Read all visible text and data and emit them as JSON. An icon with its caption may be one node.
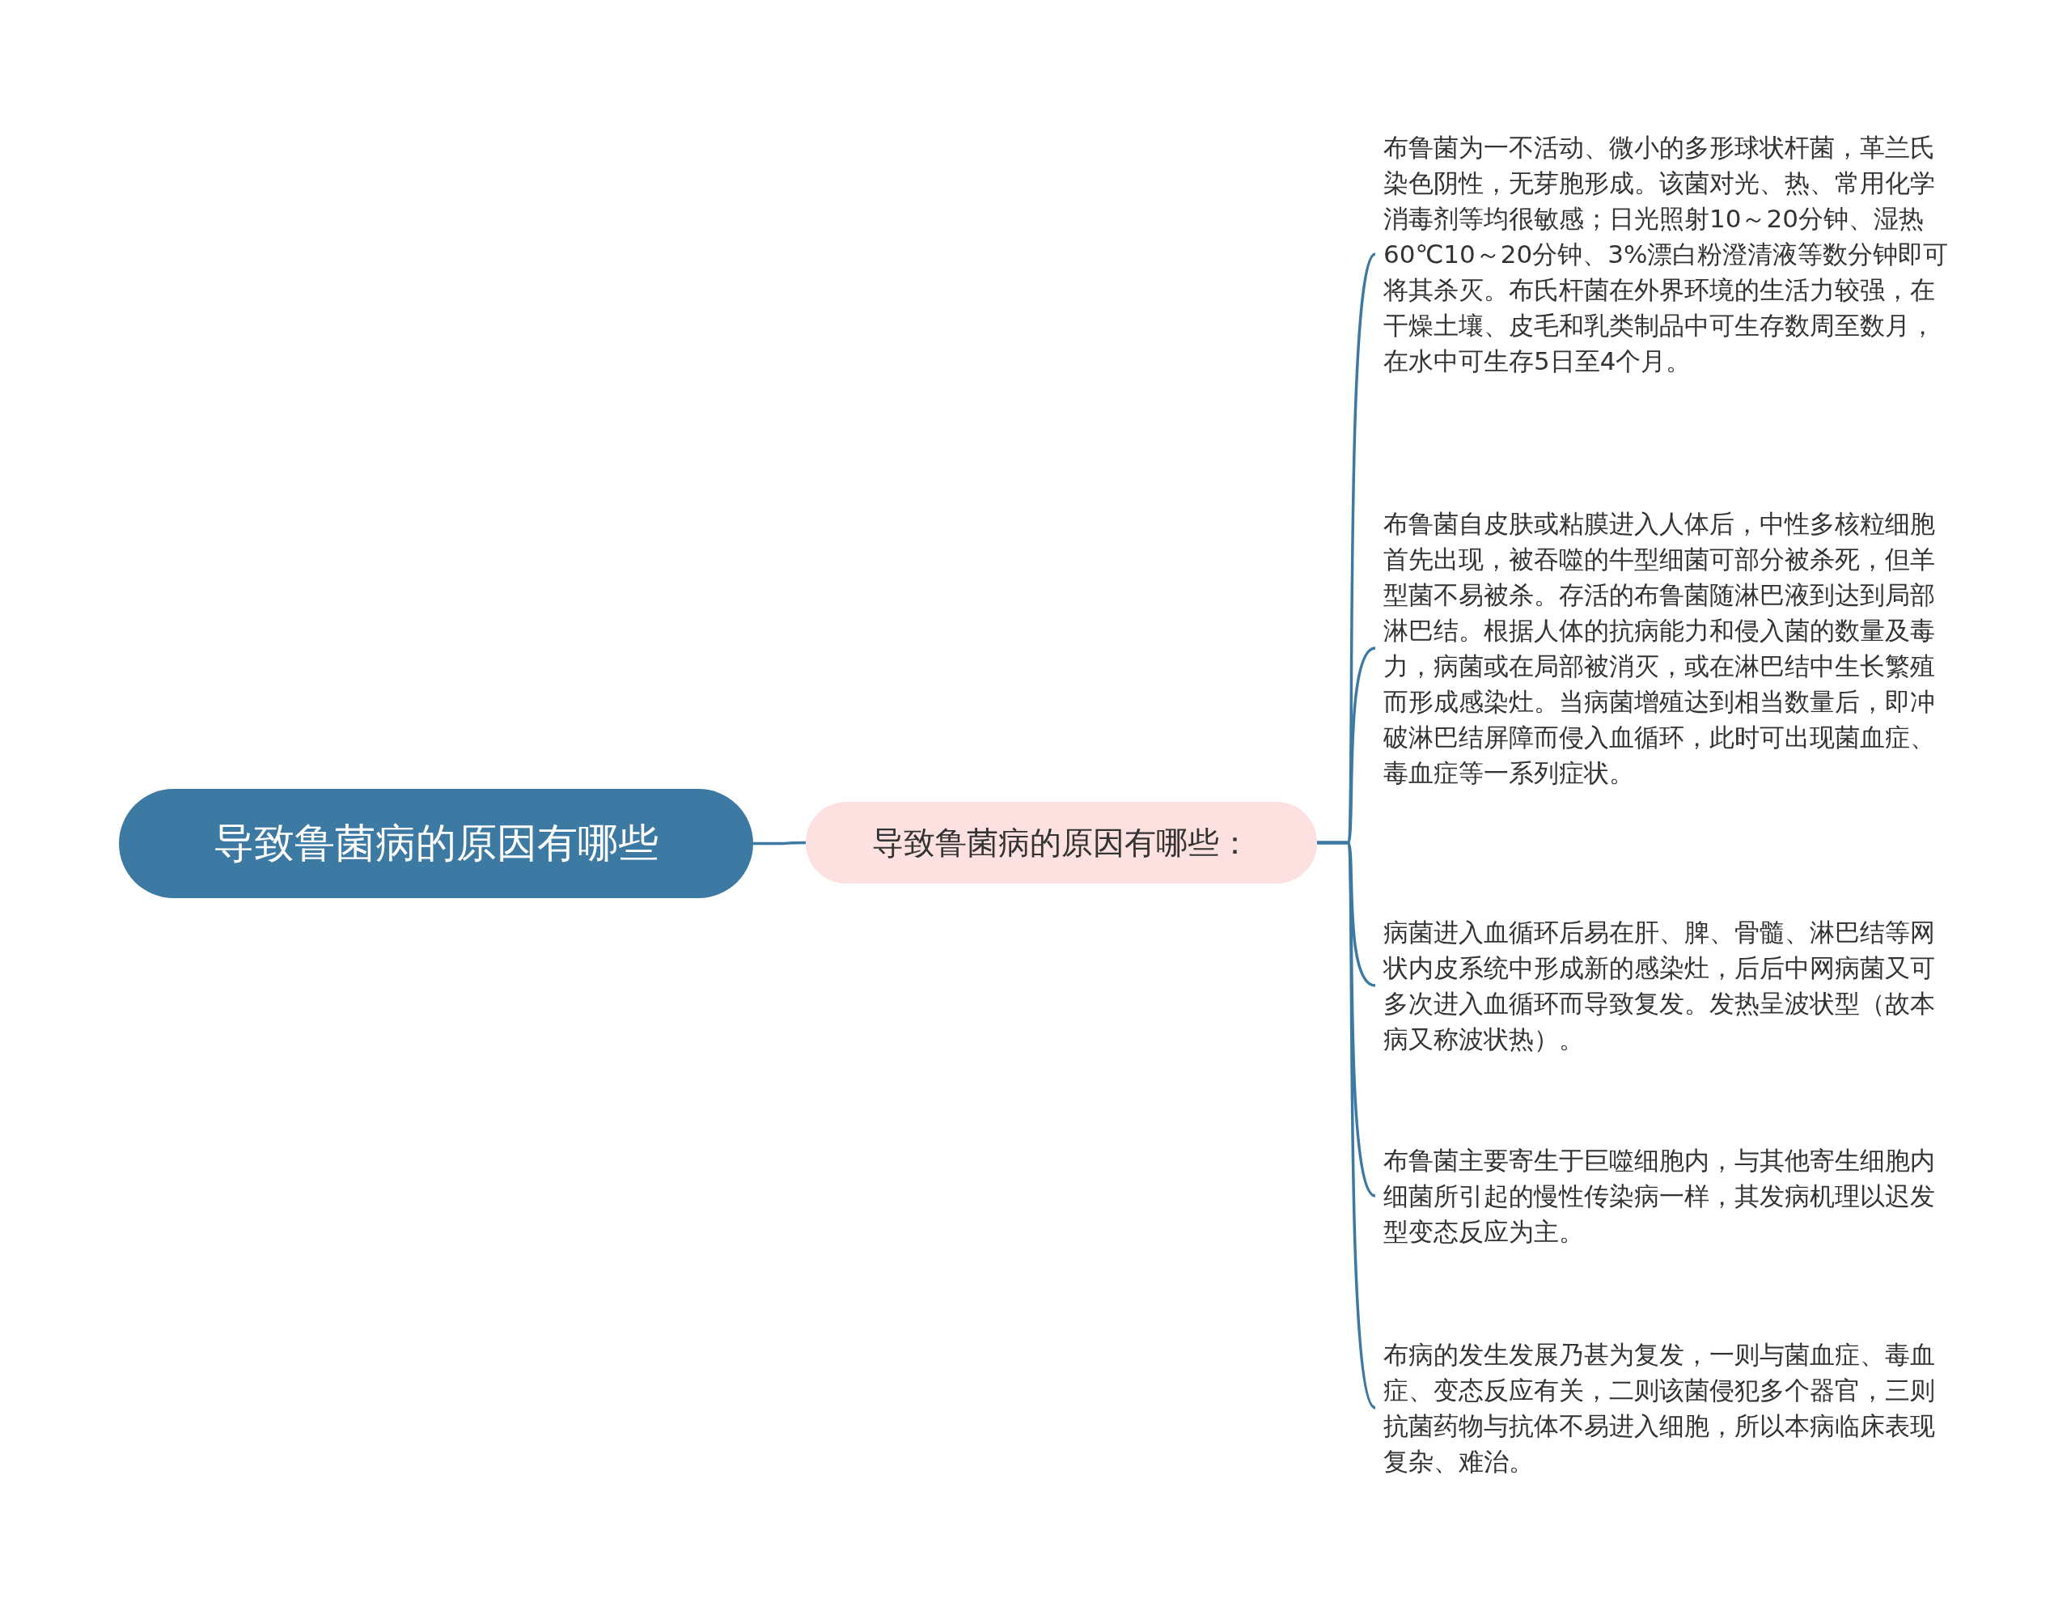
{
  "diagram": {
    "nodes": [
      {
        "text": [
          "导致鲁菌病的原因有哪些"
        ]
      },
      {
        "text": [
          "导致鲁菌病的原因有哪些："
        ]
      },
      {
        "text": [
          "布鲁菌为一不活动、微小的多形球状杆菌，革兰氏染色阴性，无芽胞形成。该菌对光、热、常用化学消毒剂等均很敏感；日光照射10～20分钟、湿热60℃10～20分钟、3%漂白粉澄清液等数分钟即可将其杀灭。布氏杆菌在外界环境的生活力较强，在干燥土壤、皮毛和乳类制品中可生存数周至数月，在水中可生存5日至4个月。"
        ]
      },
      {
        "text": [
          "布鲁菌自皮肤或粘膜进入人体后，中性多核粒细胞首先出现，被吞噬的牛型细菌可部分被杀死，但羊型菌不易被杀。存活的布鲁菌随淋巴液到达到局部淋巴结。根据人体的抗病能力和侵入菌的数量及毒力，病菌或在局部被消灭，或在淋巴结中生长繁殖而形成感染灶。当病菌增殖达到相当数量后，即冲破淋巴结屏障而侵入血循环，此时可出现菌血症、毒血症等一系列症状。"
        ]
      },
      {
        "text": [
          "病菌进入血循环后易在肝、脾、骨髓、淋巴结等网状内皮系统中形成新的感染灶，后后中网病菌又可多次进入血循环而导致复发。发热呈波状型（故本病又称波状热）。"
        ]
      },
      {
        "text": [
          "布鲁菌主要寄生于巨噬细胞内，与其他寄生细胞内细菌所引起的慢性传染病一样，其发病机理以迟发型变态反应为主。"
        ]
      },
      {
        "text": [
          "布病的发生发展乃甚为复发，一则与菌血症、毒血症、变态反应有关，二则该菌侵犯多个器官，三则抗菌药物与抗体不易进入细胞，所以本病临床表现复杂、难治。"
        ]
      }
    ],
    "edges": [
      {
        "from": 0,
        "to": 1,
        "arrow": "none"
      },
      {
        "from": 1,
        "to": 2,
        "arrow": "none"
      },
      {
        "from": 1,
        "to": 3,
        "arrow": "none"
      },
      {
        "from": 1,
        "to": 4,
        "arrow": "none"
      },
      {
        "from": 1,
        "to": 5,
        "arrow": "none"
      },
      {
        "from": 1,
        "to": 6,
        "arrow": "none"
      }
    ]
  }
}
